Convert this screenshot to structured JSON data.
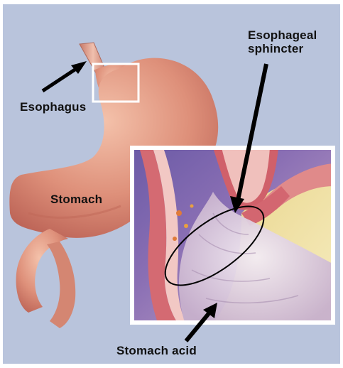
{
  "labels": {
    "esophagus": "Esophagus",
    "stomach": "Stomach",
    "sphincter_line1": "Esophageal",
    "sphincter_line2": "sphincter",
    "stomach_acid": "Stomach acid"
  },
  "colors": {
    "background": "#b9c4dc",
    "stomach": "#d98a72",
    "stomach_highlight": "#f0b8a0",
    "inset_border": "#ffffff",
    "inset_tissue": "#c95a62",
    "acid": "#e6dbe8",
    "arrow": "#000000"
  }
}
